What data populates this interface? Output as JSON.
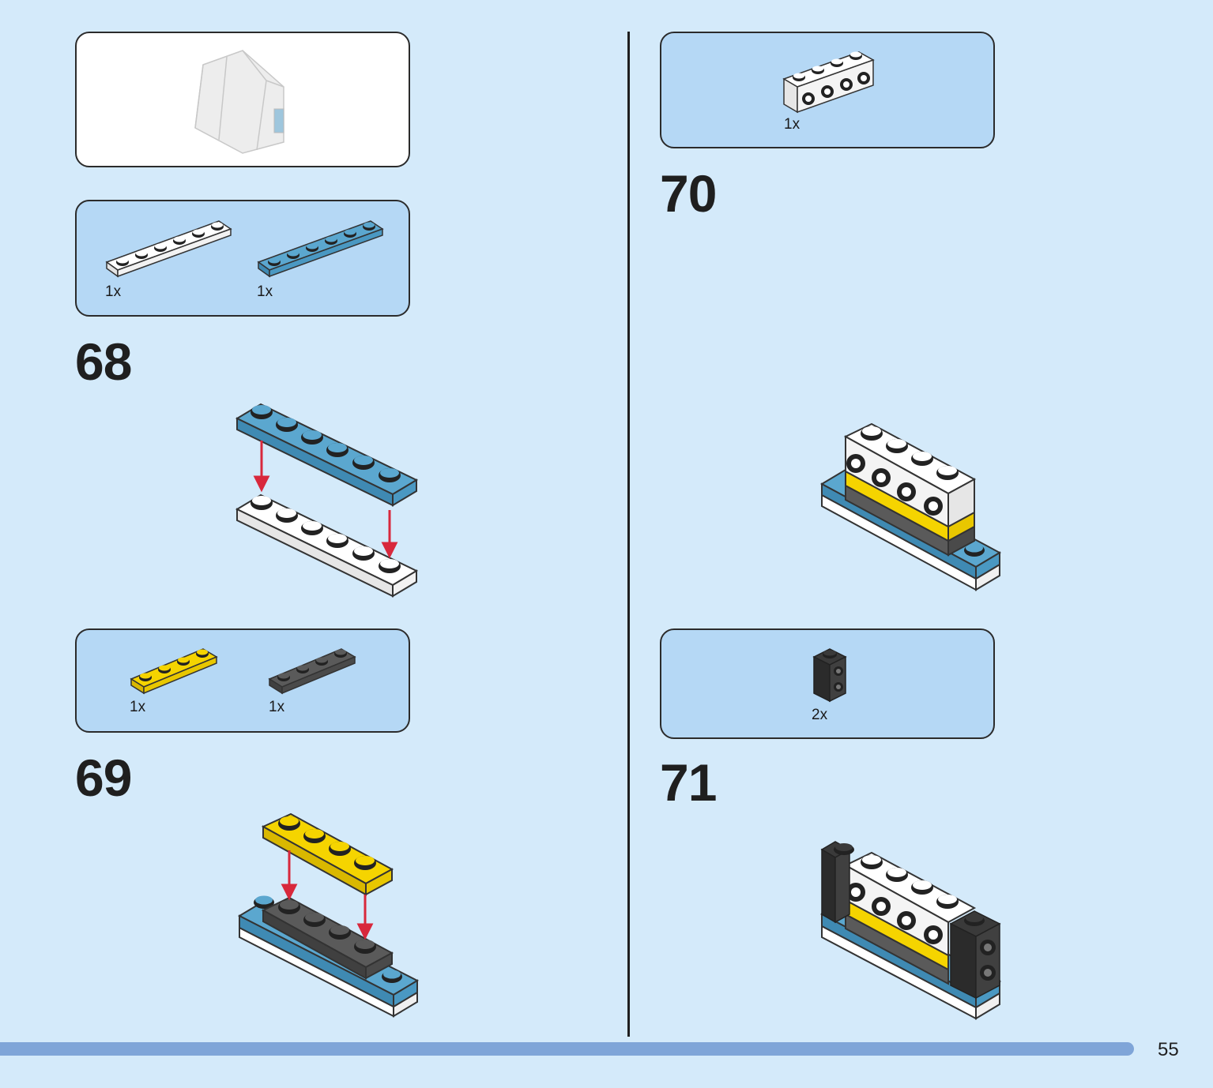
{
  "panels": {
    "preview": {},
    "step68_parts": {
      "qty_white": "1x",
      "qty_blue": "1x"
    },
    "step69_parts": {
      "qty_yellow": "1x",
      "qty_gray": "1x"
    },
    "step70_parts": {
      "qty_brick": "1x"
    },
    "step71_parts": {
      "qty_black": "2x"
    }
  },
  "steps": {
    "s68": "68",
    "s69": "69",
    "s70": "70",
    "s71": "71"
  },
  "page_number": "55",
  "colors": {
    "background": "#d4eafa",
    "panel": "#b5d8f5",
    "brick_blue": "#5ba7cf",
    "brick_yellow": "#f5d400",
    "brick_gray": "#555555",
    "brick_black": "#2b2b2b",
    "arrow_red": "#d8283c",
    "bottom_bar": "#7fa5d8"
  }
}
